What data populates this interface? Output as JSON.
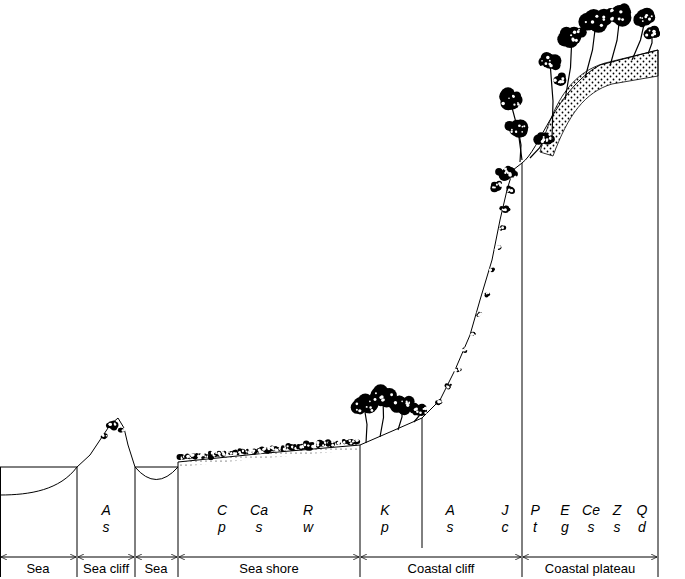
{
  "diagram": {
    "labels": [
      "A s",
      "C p",
      "Ca s",
      "R w",
      "K p",
      "A s",
      "J c",
      "P t",
      "E g",
      "Ce s",
      "Z s",
      "Q d",
      "Sea",
      "Sea cliff",
      "Sea",
      "Sea shore",
      "Coastal cliff",
      "Coastal plateau"
    ]
  }
}
